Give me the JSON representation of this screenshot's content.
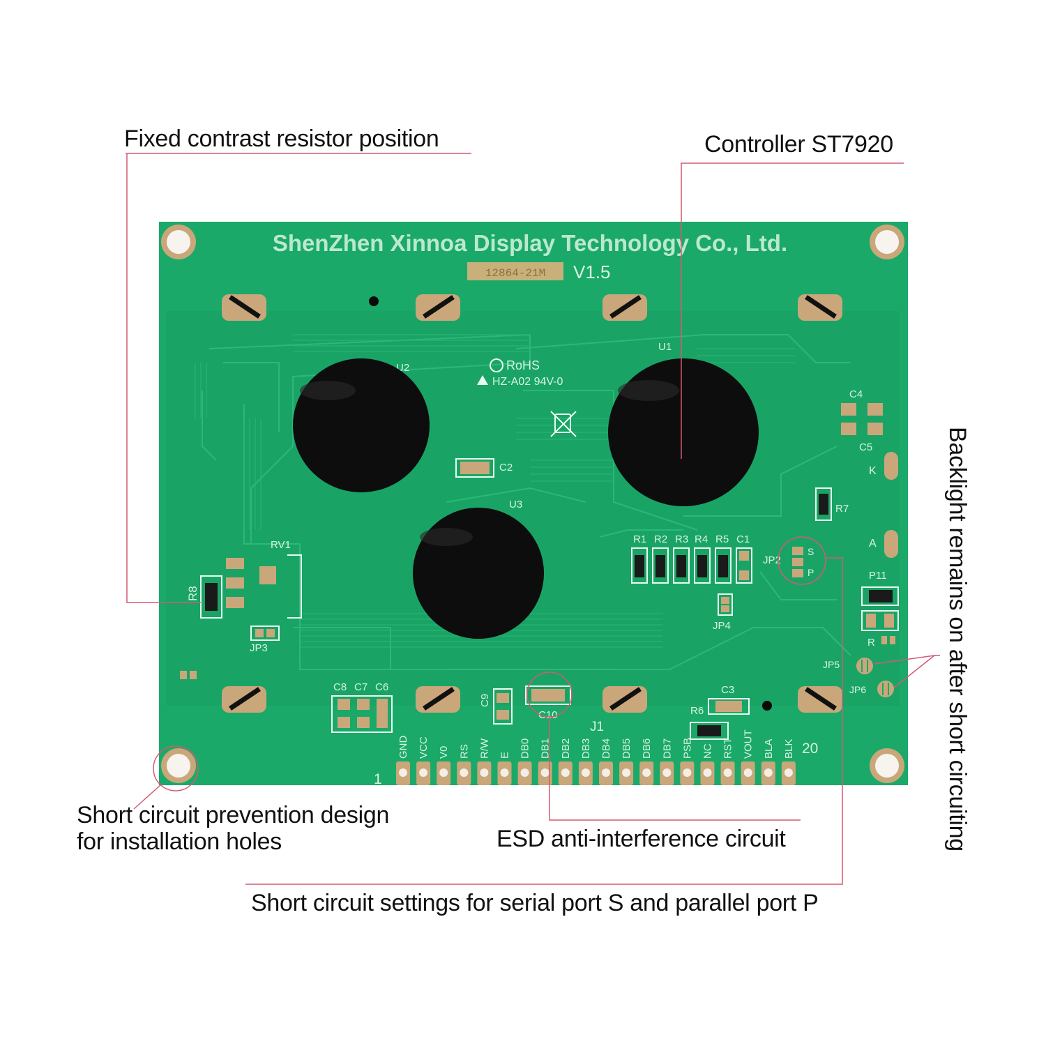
{
  "colors": {
    "pcb": "#1aa968",
    "pcb_trace": "#2fbb7a",
    "silkscreen": "#e9fbf0",
    "blob": "#0d0d0d",
    "callout_line": "#d45a72",
    "pad": "#c9a77a"
  },
  "board": {
    "company": "ShenZhen Xinnoa Display Technology Co., Ltd.",
    "model": "12864-21M",
    "version": "V1.5",
    "rohs": "RoHS",
    "rating": "HZ-A02 94V-0",
    "chip_u1": "U1",
    "chip_u2": "U2",
    "chip_u3": "U3",
    "labels": {
      "c2": "C2",
      "c3": "C3",
      "c4": "C4",
      "c5": "C5",
      "c6": "C6",
      "c7": "C7",
      "c8": "C8",
      "c9": "C9",
      "c10": "C10",
      "r1": "R1",
      "r2": "R2",
      "r3": "R3",
      "r4": "R4",
      "r5": "R5",
      "c1": "C1",
      "r6": "R6",
      "r7": "R7",
      "r8": "R8",
      "r": "R",
      "rv1": "RV1",
      "jp2": "JP2",
      "jp3": "JP3",
      "jp4": "JP4",
      "jp5": "JP5",
      "jp6": "JP6",
      "p11": "P11",
      "k": "K",
      "a": "A",
      "s": "S",
      "p": "P",
      "j1": "J1",
      "pin1": "1",
      "pin20": "20"
    },
    "pins": [
      "GND",
      "VCC",
      "V0",
      "RS",
      "R/W",
      "E",
      "DB0",
      "DB1",
      "DB2",
      "DB3",
      "DB4",
      "DB5",
      "DB6",
      "DB7",
      "PSB",
      "NC",
      "RST",
      "VOUT",
      "BLA",
      "BLK"
    ]
  },
  "callouts": {
    "contrast": "Fixed contrast resistor position",
    "controller": "Controller ST7920",
    "backlight": "Backlight remains on after short circuiting",
    "holes_line1": "Short circuit prevention design",
    "holes_line2": "for installation holes",
    "esd": "ESD anti-interference circuit",
    "serial": "Short circuit settings for serial port S and parallel port P"
  }
}
